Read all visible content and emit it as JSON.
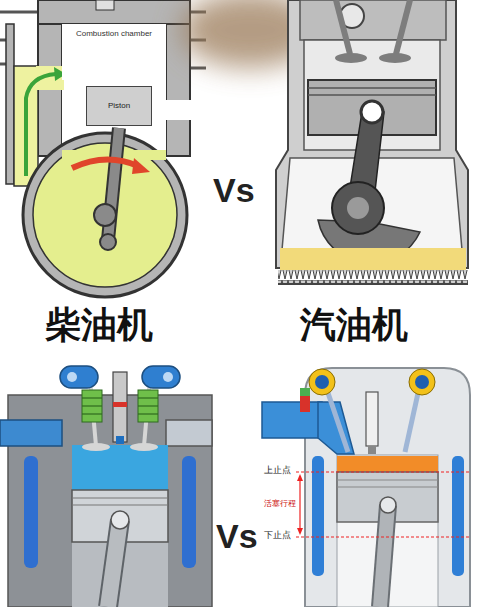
{
  "diagram": {
    "nodes": [
      {
        "text": [
          "Combustion chamber"
        ]
      },
      {
        "text": [
          "Piston"
        ]
      }
    ],
    "labels": [
      "Vs",
      "柴油机",
      "汽油机",
      "Vs",
      "上止点",
      "活塞行程",
      "下止点"
    ]
  }
}
